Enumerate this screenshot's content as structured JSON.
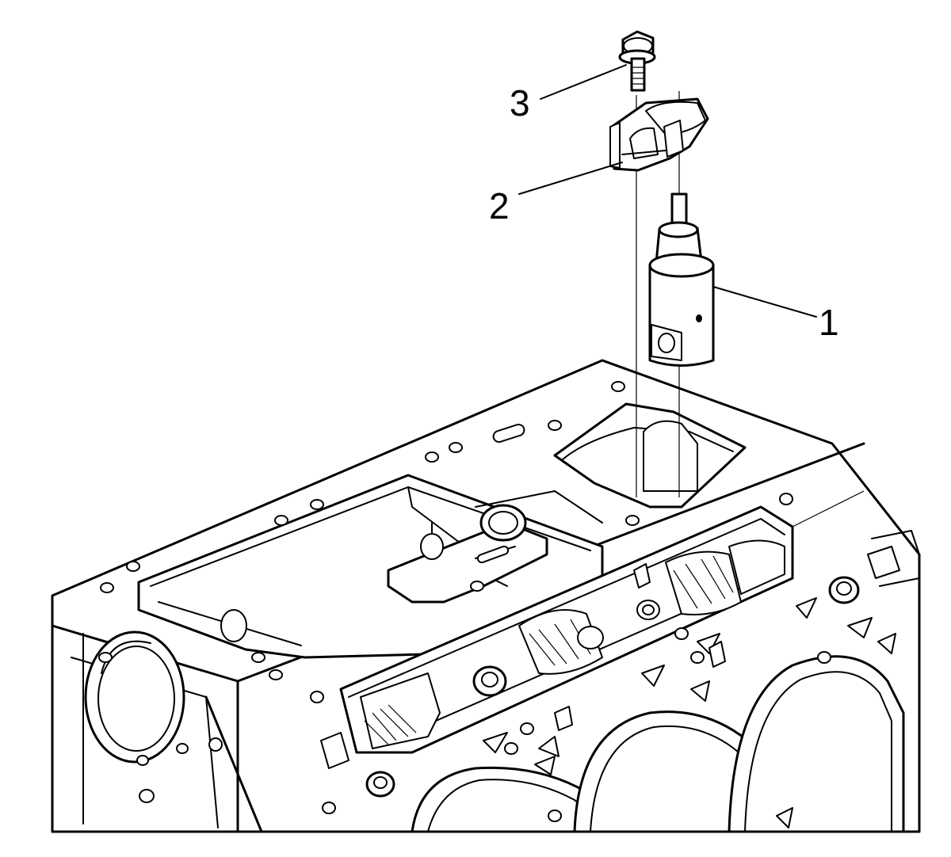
{
  "diagram": {
    "callouts": [
      {
        "id": "1",
        "label": "1",
        "part": "oil-pump-drive"
      },
      {
        "id": "2",
        "label": "2",
        "part": "retainer-bracket"
      },
      {
        "id": "3",
        "label": "3",
        "part": "bolt"
      }
    ],
    "colors": {
      "line": "#000000",
      "background": "#ffffff"
    }
  }
}
